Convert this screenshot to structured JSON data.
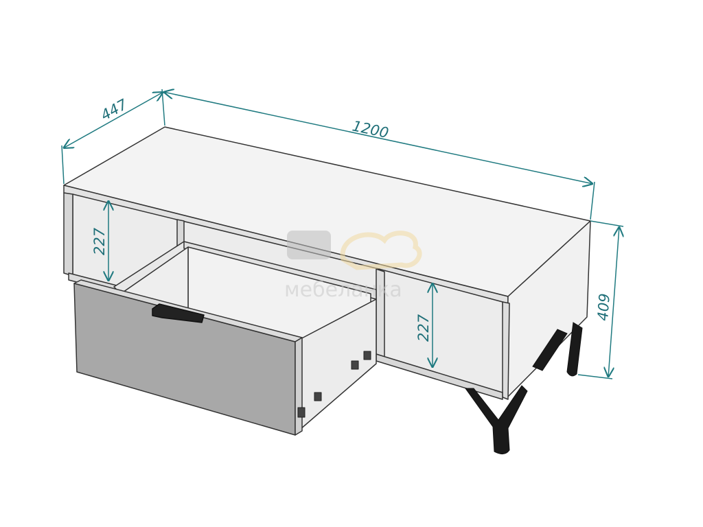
{
  "dimensions": {
    "depth": "447",
    "width": "1200",
    "height": "409",
    "left_niche_height": "227",
    "right_niche_height": "227"
  },
  "watermark": {
    "text": "мебеланка"
  },
  "colors": {
    "dimension_line": "#1f7a80",
    "panel_light": "#f2f2f2",
    "panel_grey": "#a6a6a6",
    "outline": "#333333",
    "legs": "#1a1a1a"
  }
}
